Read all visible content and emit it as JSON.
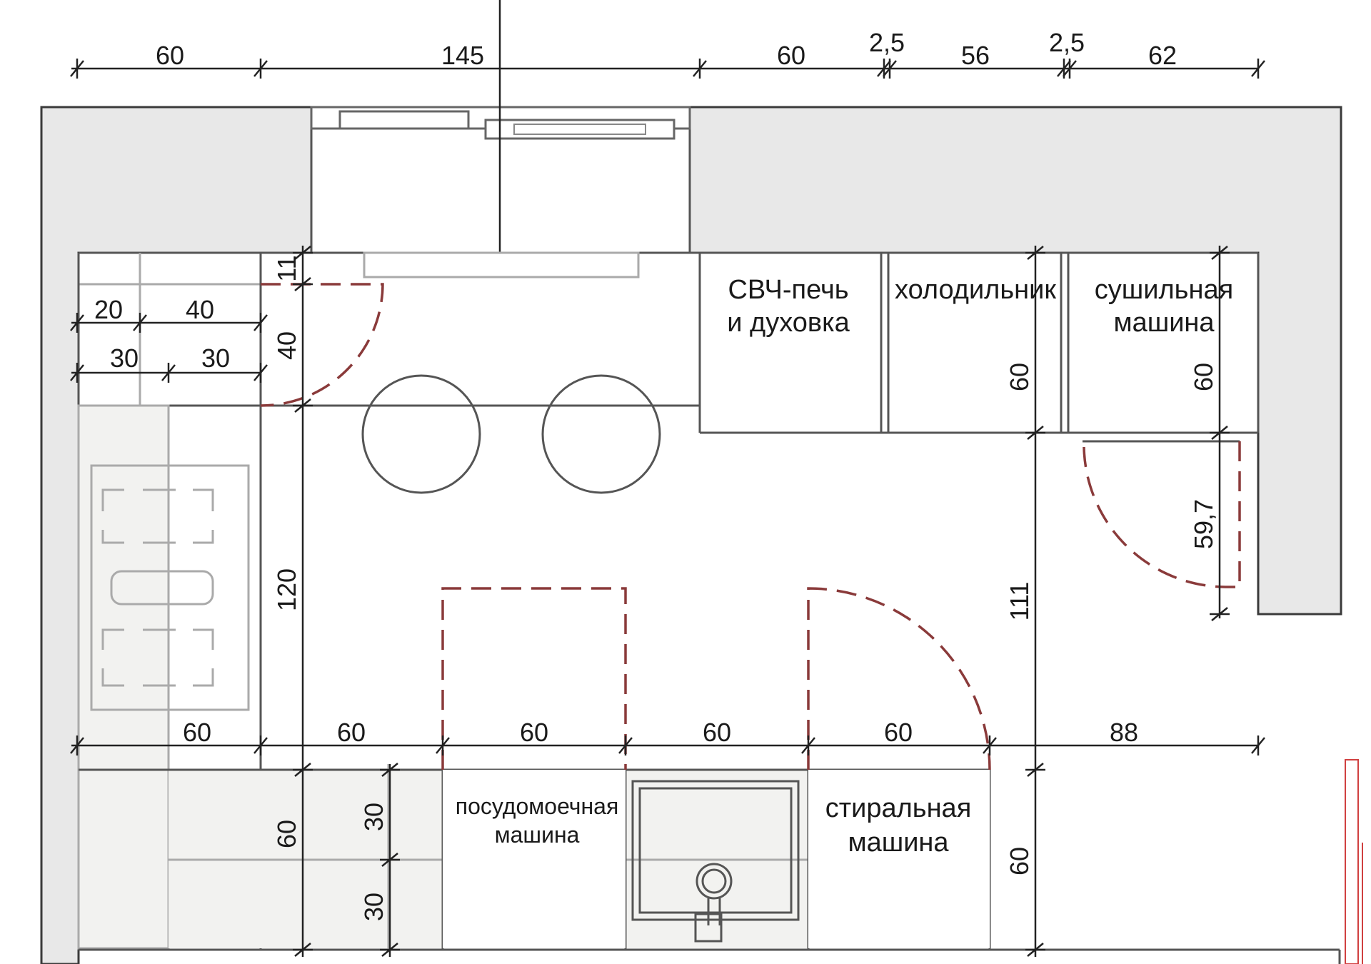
{
  "dimensions": {
    "top": [
      "60",
      "145",
      "60",
      "2,5",
      "56",
      "2,5",
      "62"
    ],
    "left_row1": [
      "20",
      "40"
    ],
    "left_row2": [
      "30",
      "30"
    ],
    "left_vertical": [
      "11",
      "40",
      "120",
      "60"
    ],
    "bottom_row": [
      "60",
      "60",
      "60",
      "60",
      "60",
      "88"
    ],
    "bottom_vertical": [
      "30",
      "30",
      "60"
    ],
    "right_vertical": [
      "60",
      "60",
      "59,7",
      "111"
    ]
  },
  "labels": {
    "microwave_oven": [
      "СВЧ-печь",
      "и духовка"
    ],
    "fridge": "холодильник",
    "dryer": [
      "сушильная",
      "машина"
    ],
    "dishwasher": [
      "посудомоечная",
      "машина"
    ],
    "washer": [
      "стиральная",
      "машина"
    ]
  }
}
